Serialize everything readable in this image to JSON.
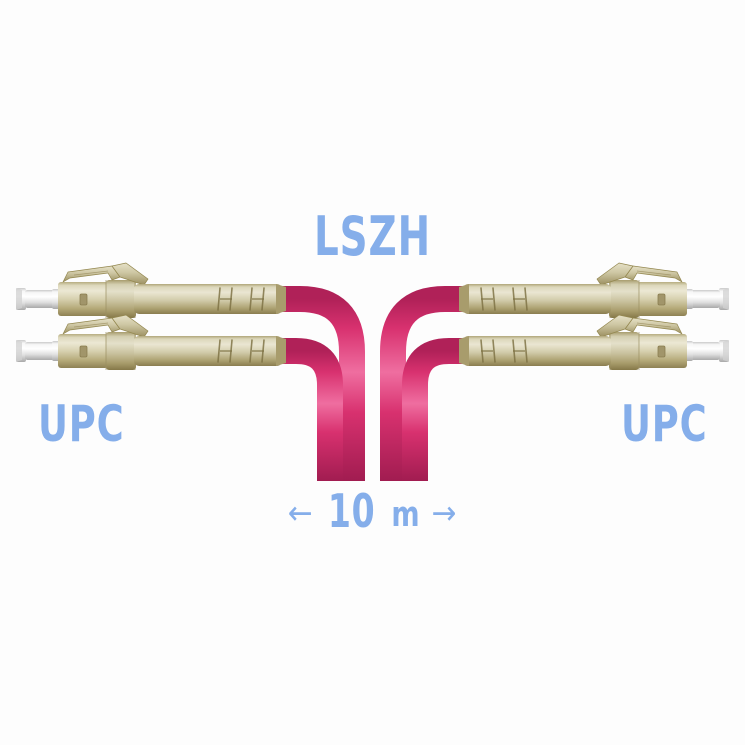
{
  "product": {
    "type": "LC UPC duplex fiber optic patch cord",
    "background_color": "#fdfdfd"
  },
  "labels": {
    "jacket_material": "LSZH",
    "connector_left_polish": "UPC",
    "connector_right_polish": "UPC",
    "length_value": "10",
    "length_unit": "m",
    "arrow_left": "←",
    "arrow_right": "→",
    "text_color": "#85aeea"
  },
  "cable": {
    "color": "#d8316f",
    "color_shadow": "#9c1c4c",
    "color_highlight": "#f070a2",
    "strand_count": 4,
    "fade_out": true
  },
  "connectors": {
    "body_color": "#ccc4a0",
    "body_highlight": "#ebe7d2",
    "body_shadow": "#9a8d5f",
    "ferrule_color": "#f2f2f2",
    "ferrule_shadow": "#b8b8b8",
    "count": 4,
    "left": [
      {
        "name": "lc-connector-left-top",
        "row": "top"
      },
      {
        "name": "lc-connector-left-bottom",
        "row": "bottom"
      }
    ],
    "right": [
      {
        "name": "lc-connector-right-top",
        "row": "top"
      },
      {
        "name": "lc-connector-right-bottom",
        "row": "bottom"
      }
    ]
  }
}
